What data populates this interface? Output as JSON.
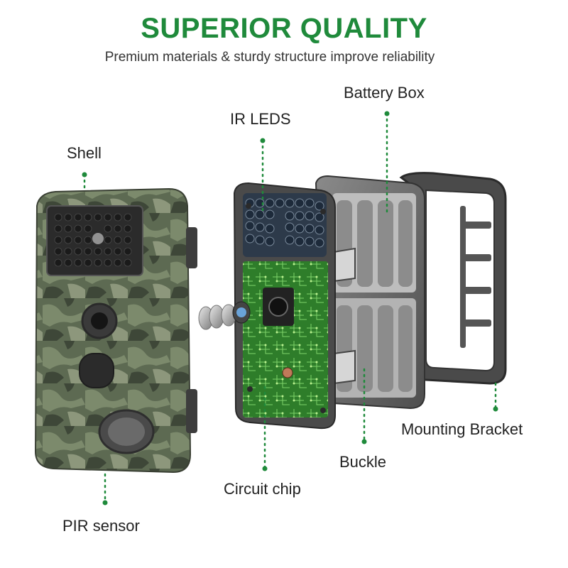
{
  "header": {
    "title": "SUPERIOR QUALITY",
    "subtitle": "Premium materials & sturdy structure improve reliability"
  },
  "labels": {
    "shell": "Shell",
    "ir_leds": "IR LEDS",
    "battery_box": "Battery Box",
    "pir_sensor": "PIR sensor",
    "circuit_chip": "Circuit chip",
    "buckle": "Buckle",
    "mounting_bracket": "Mounting Bracket"
  },
  "colors": {
    "accent": "#1f8a3b",
    "camo_base": "#5b6650",
    "housing_gray": "#6b6b6b",
    "pcb_green": "#2f8a2a"
  }
}
